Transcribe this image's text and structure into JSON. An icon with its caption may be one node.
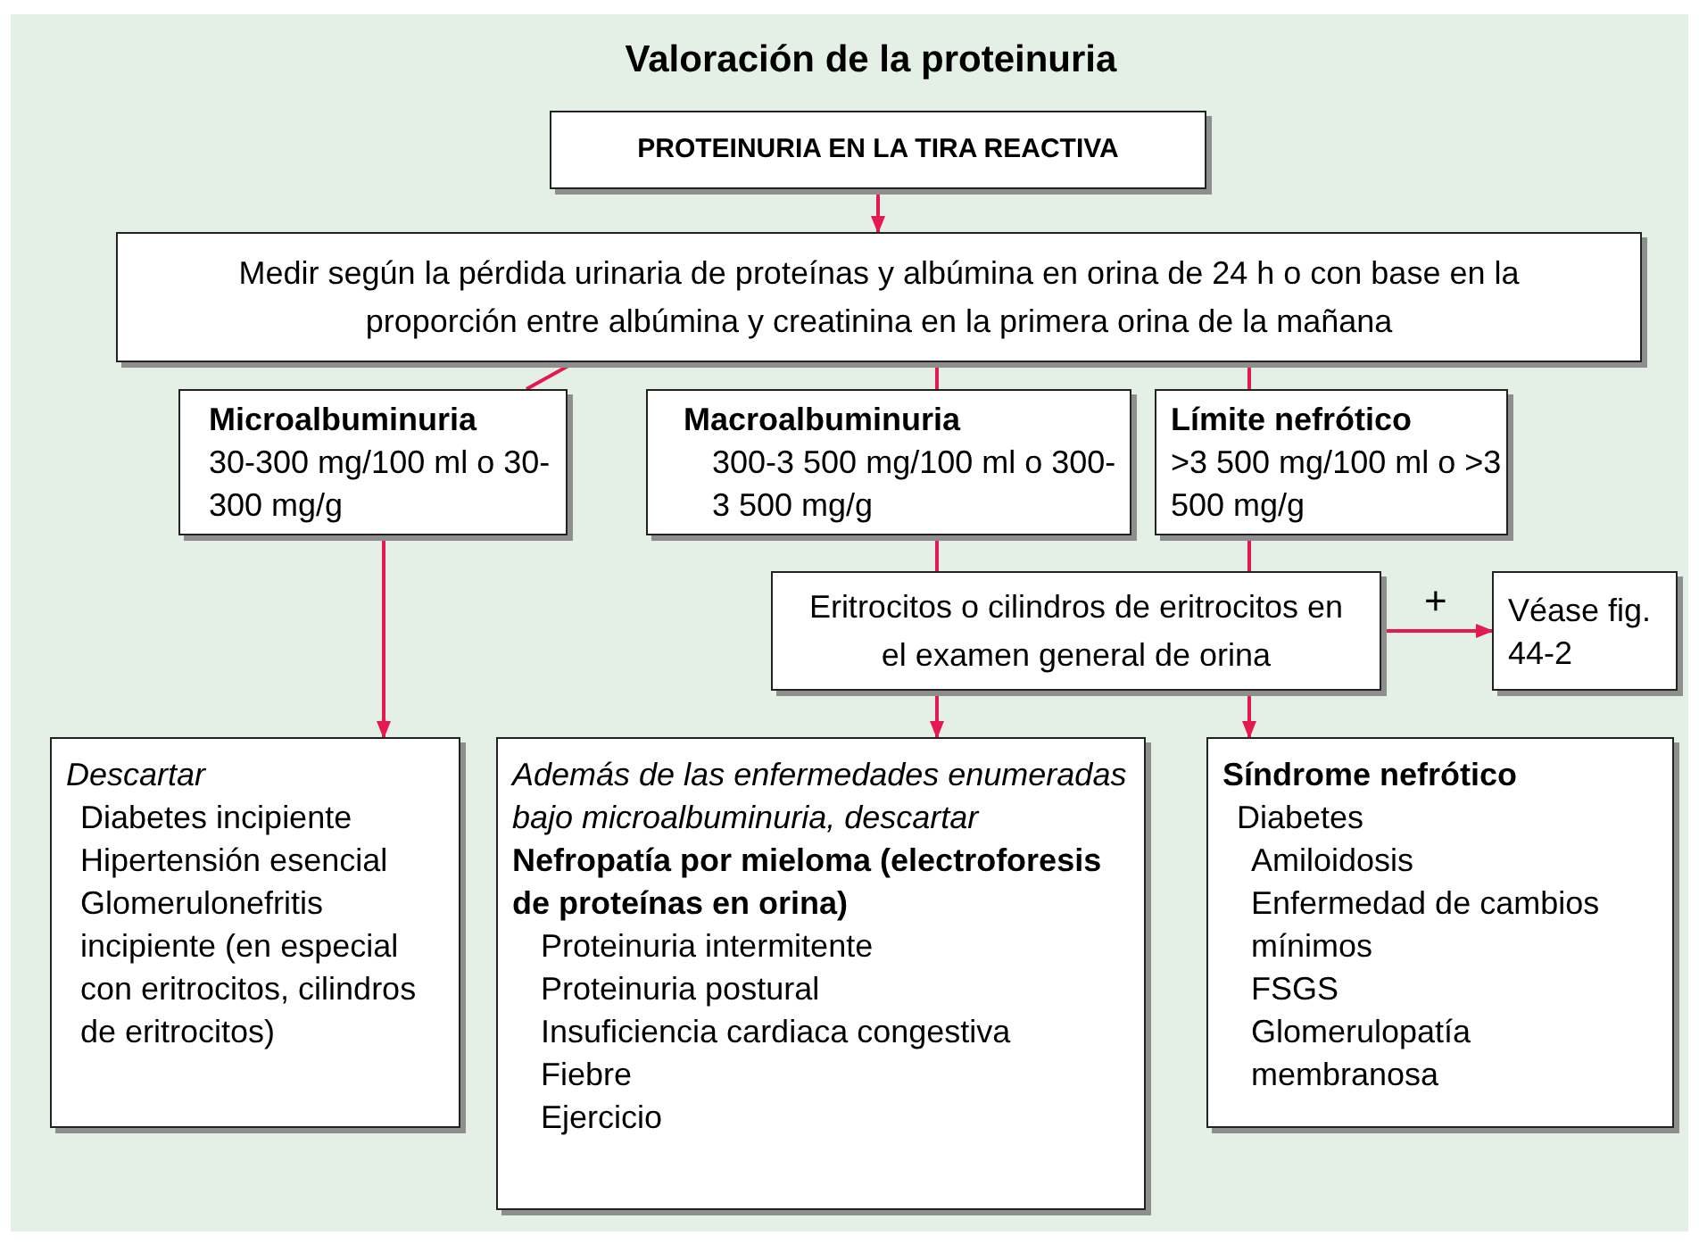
{
  "diagram": {
    "title": "Valoración de la proteinuria",
    "nodes": [
      {
        "text": [
          "PROTEINURIA EN LA TIRA REACTIVA"
        ]
      },
      {
        "text": [
          "Medir según la pérdida urinaria de proteínas y albúmina en orina de 24 h o con base en la proporción entre albúmina y creatinina en la primera orina de la mañana"
        ]
      },
      {
        "text": [
          "Microalbuminuria",
          "30-300 mg/100 ml o 30-300 mg/g"
        ]
      },
      {
        "text": [
          "Macroalbuminuria",
          "300-3 500 mg/100 ml o 300-3 500 mg/g"
        ]
      },
      {
        "text": [
          "Límite nefrótico",
          ">3 500 mg/100 ml o >3 500 mg/g"
        ]
      },
      {
        "text": [
          "Eritrocitos o cilindros de eritrocitos en el examen general de orina"
        ]
      },
      {
        "text": [
          "Véase fig. 44-2"
        ]
      },
      {
        "text": [
          "Descartar",
          "Diabetes incipiente",
          "Hipertensión esencial",
          "Glomerulonefritis incipiente (en especial con eritrocitos, cilindros de eritrocitos)"
        ]
      },
      {
        "text": [
          "Además de las enfermedades enumeradas bajo microalbuminuria, descartar",
          "Nefropatía por mieloma (electroforesis de proteínas en orina)",
          "Proteinuria intermitente",
          "Proteinuria postural",
          "Insuficiencia cardiaca congestiva",
          "Fiebre",
          "Ejercicio"
        ]
      },
      {
        "text": [
          "Síndrome nefrótico",
          "Diabetes",
          "Amiloidosis",
          "Enfermedad de cambios mínimos",
          "FSGS",
          "Glomerulopatía membranosa"
        ]
      }
    ],
    "edges": [
      {
        "from": 0,
        "to": 1,
        "arrow": "to"
      },
      {
        "from": 1,
        "to": 2,
        "arrow": "none"
      },
      {
        "from": 1,
        "to": 3,
        "arrow": "none"
      },
      {
        "from": 1,
        "to": 4,
        "arrow": "none"
      },
      {
        "from": 2,
        "to": 7,
        "arrow": "to"
      },
      {
        "from": 3,
        "to": 5,
        "arrow": "none"
      },
      {
        "from": 4,
        "to": 5,
        "arrow": "none"
      },
      {
        "from": 5,
        "to": 8,
        "arrow": "to"
      },
      {
        "from": 5,
        "to": 9,
        "arrow": "to"
      },
      {
        "from": 5,
        "to": 6,
        "arrow": "to",
        "label": "+"
      }
    ]
  }
}
